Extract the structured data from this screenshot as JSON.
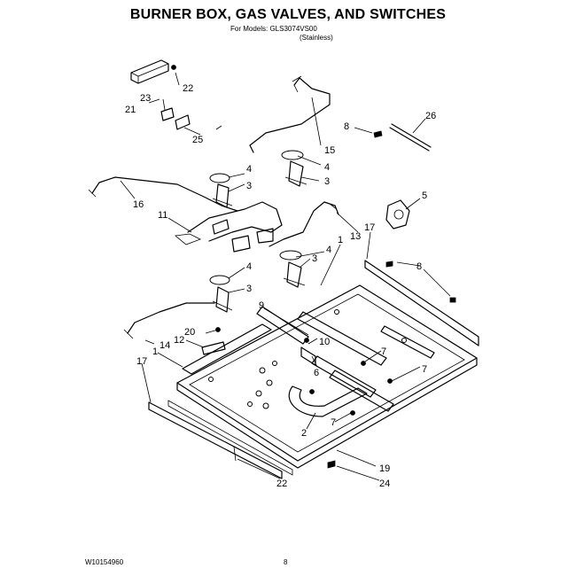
{
  "header": {
    "title": "BURNER BOX, GAS VALVES, AND SWITCHES",
    "models": "For Models: GLS3074VS00",
    "finish": "(Stainless)"
  },
  "footer": {
    "doc_number": "W10154960",
    "page": "8"
  },
  "callouts": {
    "c21": "21",
    "c22a": "22",
    "c23": "23",
    "c25": "25",
    "c8a": "8",
    "c26": "26",
    "c15": "15",
    "c4a": "4",
    "c3a": "3",
    "c4b": "4",
    "c3b": "3",
    "c16": "16",
    "c11": "11",
    "c5": "5",
    "c13": "13",
    "c17a": "17",
    "c1a": "1",
    "c4c": "4",
    "c3c": "3",
    "c4d": "4",
    "c3d": "3",
    "c8b": "8",
    "c9": "9",
    "c20": "20",
    "c12": "12",
    "c14": "14",
    "c10": "10",
    "c6": "6",
    "c7a": "7",
    "c7b": "7",
    "c17b": "17",
    "c1b": "1",
    "c7c": "7",
    "c2": "2",
    "c19": "19",
    "c22b": "22",
    "c24": "24"
  }
}
